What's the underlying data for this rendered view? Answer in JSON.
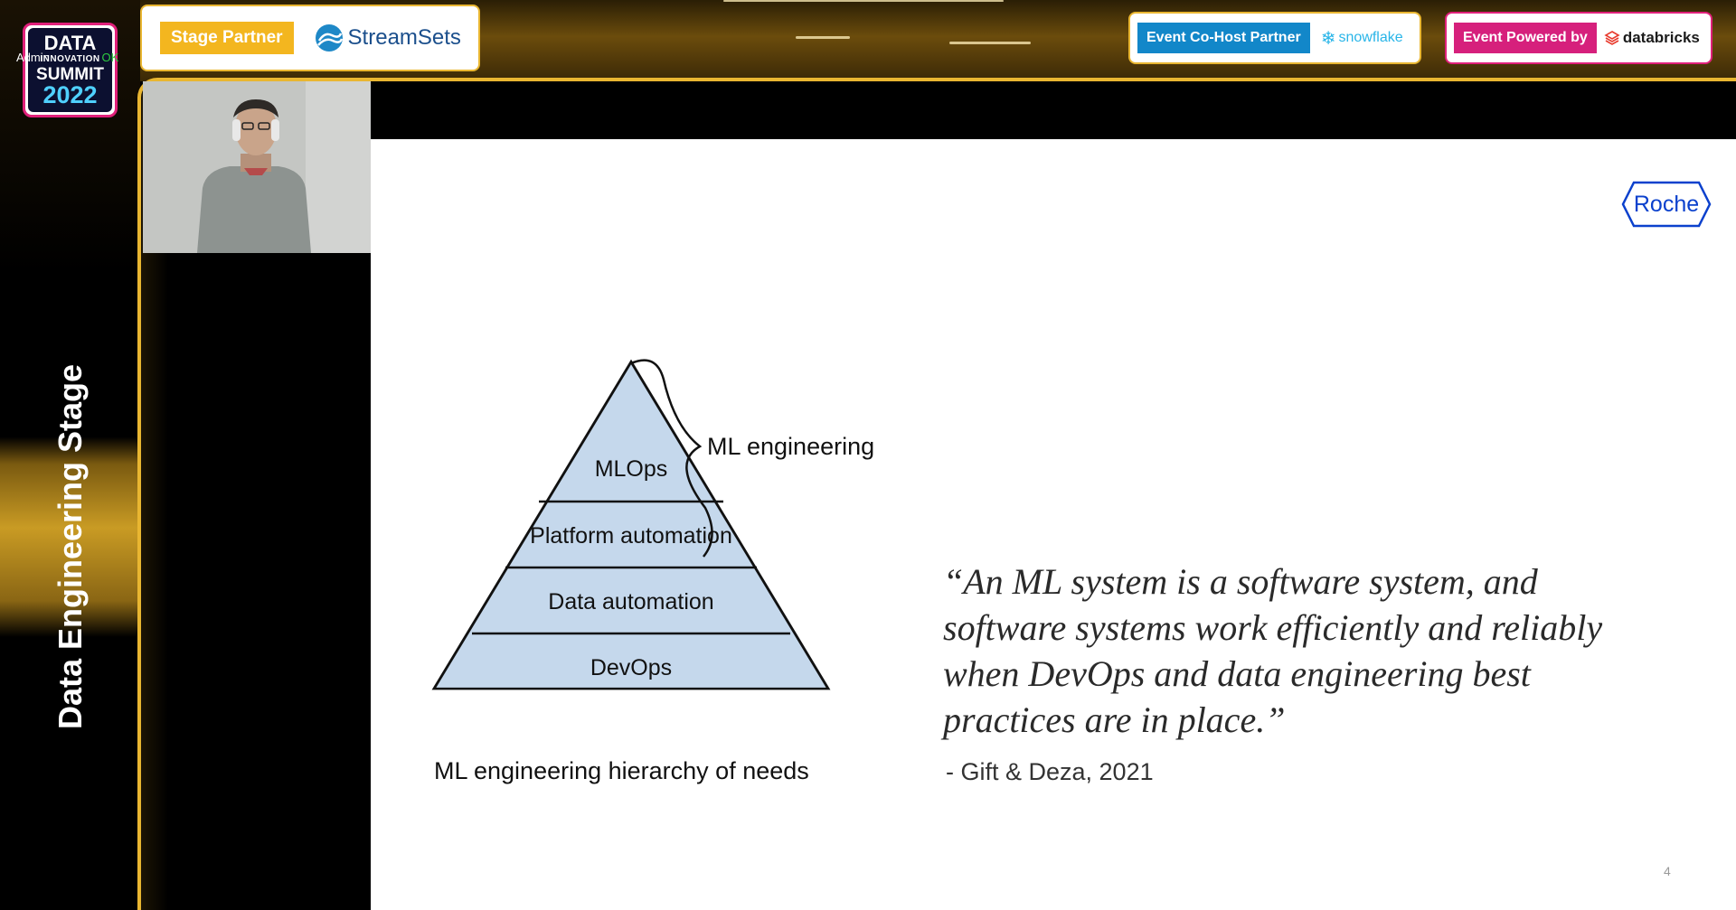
{
  "event_logo": {
    "line1": "DATA",
    "line2": "INNOVATION",
    "line3": "SUMMIT",
    "line4": "2022"
  },
  "overlay_text": {
    "user": "Admin",
    "status": "OK"
  },
  "sponsors": {
    "stage_partner": {
      "tag": "Stage Partner",
      "brand": "StreamSets"
    },
    "cohost": {
      "tag": "Event Co-Host Partner",
      "brand": "snowflake"
    },
    "powered": {
      "tag": "Event Powered by",
      "brand": "databricks"
    }
  },
  "stage_label": "Data Engineering Stage",
  "slide": {
    "logo": "Roche",
    "pyramid": {
      "levels": [
        "MLOps",
        "Platform automation",
        "Data automation",
        "DevOps"
      ],
      "brace_label": "ML engineering",
      "caption": "ML engineering hierarchy of needs"
    },
    "quote": "“An ML system is a software system, and software systems work efficiently and reliably when DevOps and data engineering best practices are in place.”",
    "attribution": "- Gift & Deza, 2021",
    "page_number": "4"
  },
  "colors": {
    "gold": "#e9b631",
    "pyramid_fill": "#c5d8ec",
    "roche_blue": "#0b41cd",
    "pink": "#d6207c"
  }
}
